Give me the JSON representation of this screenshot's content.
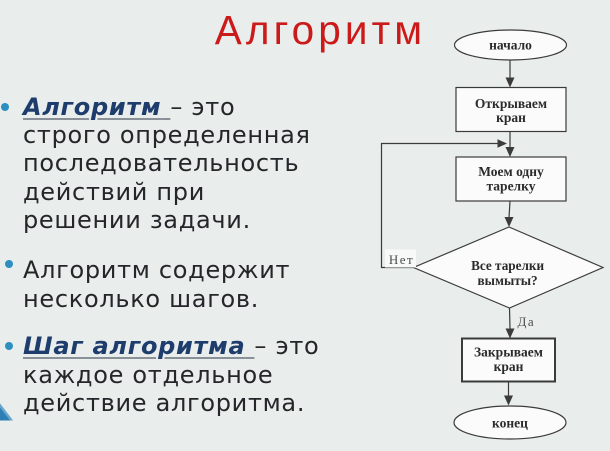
{
  "slide": {
    "title": "Алгоритм",
    "bullets": [
      {
        "term": "Алгоритм",
        "first_line_rest": "– это",
        "lines": [
          "строго определенная",
          "последовательность",
          "действий при",
          "решении задачи."
        ]
      },
      {
        "term": "",
        "first_line_rest": "Алгоритм содержит",
        "lines": [
          "несколько шагов."
        ]
      },
      {
        "term": "Шаг алгоритма",
        "first_line_rest": "– это",
        "lines": [
          "каждое отдельное",
          "действие алгоритма."
        ]
      }
    ],
    "colors": {
      "background": "#e9edec",
      "title": "#cb1a1a",
      "body_text": "#242629",
      "term_text": "#1e3c6c",
      "bullet_dot": "#2b8fc0",
      "corner_shape": "#2f7fb3"
    }
  },
  "flowchart": {
    "start": "начало",
    "step_open": {
      "line1": "Открываем",
      "line2": "кран"
    },
    "step_wash": {
      "line1": "Моем одну",
      "line2": "тарелку"
    },
    "decision": {
      "line1": "Все тарелки",
      "line2": "вымыты?"
    },
    "step_close": {
      "line1": "Закрываем",
      "line2": "кран"
    },
    "end": "конец",
    "label_no": "Нет",
    "label_yes": "Да"
  }
}
